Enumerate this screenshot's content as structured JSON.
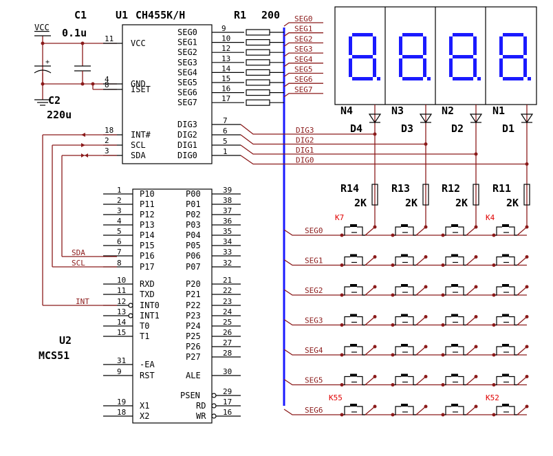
{
  "colors": {
    "wire": "#8B1A1A",
    "part": "#000000",
    "display": "#1a1aff",
    "key_label": "#e00000",
    "bus": "#1a1aff"
  },
  "power": {
    "vcc": "VCC"
  },
  "c1": {
    "name": "C1",
    "value": "0.1u"
  },
  "c2": {
    "name": "C2",
    "value": "220u"
  },
  "u1": {
    "name": "U1",
    "chip": "CH455K/H",
    "left_pins": [
      {
        "num": "11",
        "name": "VCC"
      },
      {
        "num": "4",
        "name": "GND"
      },
      {
        "num": "8",
        "name": "ISET"
      },
      {
        "num": "18",
        "name": "INT#"
      },
      {
        "num": "2",
        "name": "SCL"
      },
      {
        "num": "3",
        "name": "SDA"
      }
    ],
    "seg_pins": [
      {
        "num": "9",
        "name": "SEG0"
      },
      {
        "num": "10",
        "name": "SEG1"
      },
      {
        "num": "12",
        "name": "SEG2"
      },
      {
        "num": "13",
        "name": "SEG3"
      },
      {
        "num": "14",
        "name": "SEG4"
      },
      {
        "num": "15",
        "name": "SEG5"
      },
      {
        "num": "16",
        "name": "SEG6"
      },
      {
        "num": "17",
        "name": "SEG7"
      }
    ],
    "dig_pins": [
      {
        "num": "7",
        "name": "DIG3"
      },
      {
        "num": "6",
        "name": "DIG2"
      },
      {
        "num": "5",
        "name": "DIG1"
      },
      {
        "num": "1",
        "name": "DIG0"
      }
    ]
  },
  "r1": {
    "name": "R1",
    "value": "200"
  },
  "bus_labels": [
    "SEG0",
    "SEG1",
    "SEG2",
    "SEG3",
    "SEG4",
    "SEG5",
    "SEG6",
    "SEG7"
  ],
  "dig_labels": [
    "DIG3",
    "DIG2",
    "DIG1",
    "DIG0"
  ],
  "display": {
    "digits": [
      "8.",
      "8.",
      "8.",
      "8."
    ]
  },
  "drivers": [
    {
      "n": "N4",
      "d": "D4"
    },
    {
      "n": "N3",
      "d": "D3"
    },
    {
      "n": "N2",
      "d": "D2"
    },
    {
      "n": "N1",
      "d": "D1"
    }
  ],
  "resistors": [
    {
      "name": "R14",
      "value": "2K"
    },
    {
      "name": "R13",
      "value": "2K"
    },
    {
      "name": "R12",
      "value": "2K"
    },
    {
      "name": "R11",
      "value": "2K"
    }
  ],
  "key_rows": [
    "SEG0",
    "SEG1",
    "SEG2",
    "SEG3",
    "SEG4",
    "SEG5",
    "SEG6"
  ],
  "key_labels": [
    "K7",
    "K4",
    "K55",
    "K52"
  ],
  "u2": {
    "name": "U2",
    "chip": "MCS51",
    "left_pins": [
      {
        "num": "1",
        "name": "P10"
      },
      {
        "num": "2",
        "name": "P11"
      },
      {
        "num": "3",
        "name": "P12"
      },
      {
        "num": "4",
        "name": "P13"
      },
      {
        "num": "5",
        "name": "P14"
      },
      {
        "num": "6",
        "name": "P15"
      },
      {
        "num": "7",
        "name": "P16"
      },
      {
        "num": "8",
        "name": "P17"
      },
      {
        "num": "10",
        "name": "RXD"
      },
      {
        "num": "11",
        "name": "TXD"
      },
      {
        "num": "12",
        "name": "INT0"
      },
      {
        "num": "13",
        "name": "INT1"
      },
      {
        "num": "14",
        "name": "T0"
      },
      {
        "num": "15",
        "name": "T1"
      },
      {
        "num": "31",
        "name": "-EA"
      },
      {
        "num": "9",
        "name": "RST"
      },
      {
        "num": "19",
        "name": "X1"
      },
      {
        "num": "18",
        "name": "X2"
      }
    ],
    "right_pins": [
      {
        "num": "39",
        "name": "P00"
      },
      {
        "num": "38",
        "name": "P01"
      },
      {
        "num": "37",
        "name": "P02"
      },
      {
        "num": "36",
        "name": "P03"
      },
      {
        "num": "35",
        "name": "P04"
      },
      {
        "num": "34",
        "name": "P05"
      },
      {
        "num": "33",
        "name": "P06"
      },
      {
        "num": "32",
        "name": "P07"
      },
      {
        "num": "21",
        "name": "P20"
      },
      {
        "num": "22",
        "name": "P21"
      },
      {
        "num": "23",
        "name": "P22"
      },
      {
        "num": "24",
        "name": "P23"
      },
      {
        "num": "25",
        "name": "P24"
      },
      {
        "num": "26",
        "name": "P25"
      },
      {
        "num": "27",
        "name": "P26"
      },
      {
        "num": "28",
        "name": "P27"
      },
      {
        "num": "30",
        "name": "ALE"
      },
      {
        "num": "29",
        "name": "PSEN"
      },
      {
        "num": "17",
        "name": "RD"
      },
      {
        "num": "16",
        "name": "WR"
      }
    ]
  },
  "net_labels": {
    "sda": "SDA",
    "scl": "SCL",
    "int": "INT"
  }
}
